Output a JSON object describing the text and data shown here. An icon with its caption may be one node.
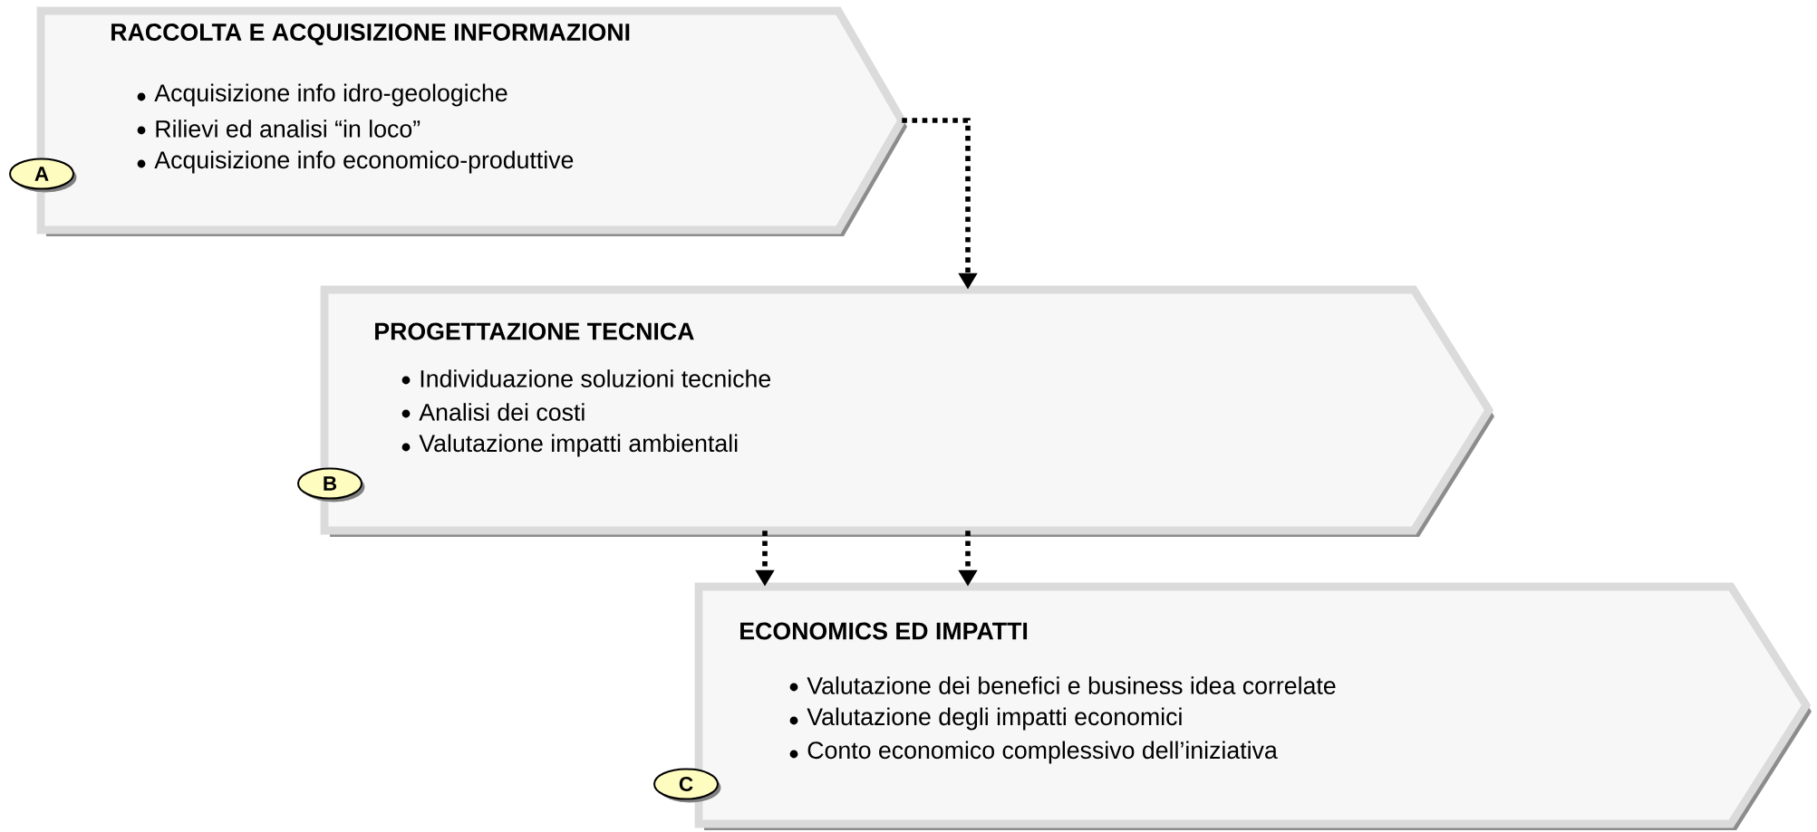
{
  "diagram": {
    "nodes": [
      {
        "text": [
          "RACCOLTA E ACQUISIZIONE INFORMAZIONI",
          "Acquisizione info idro-geologiche",
          "Rilievi ed analisi “in loco”",
          "Acquisizione info economico-produttive"
        ]
      },
      {
        "text": [
          "A"
        ]
      },
      {
        "text": [
          "PROGETTAZIONE TECNICA",
          "Individuazione soluzioni tecniche",
          "Analisi dei costi",
          "Valutazione impatti ambientali"
        ]
      },
      {
        "text": [
          "B"
        ]
      },
      {
        "text": [
          "ECONOMICS ED IMPATTI",
          "Valutazione dei benefici e business idea correlate",
          "Valutazione degli impatti economici",
          "Conto economico complessivo dell’iniziativa"
        ]
      },
      {
        "text": [
          "C"
        ]
      }
    ],
    "edges": [
      {
        "from": 0,
        "to": 2,
        "arrow": "to",
        "style": "dashed"
      },
      {
        "from": 2,
        "to": 4,
        "arrow": "to",
        "style": "dashed"
      },
      {
        "from": 2,
        "to": 4,
        "arrow": "to",
        "style": "dashed"
      }
    ]
  }
}
